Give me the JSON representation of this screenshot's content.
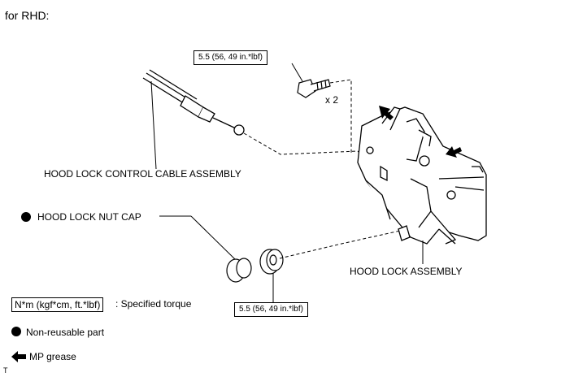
{
  "header": {
    "title": "for RHD:"
  },
  "torque": {
    "bolt": "5.5 (56, 49 in.*lbf)",
    "nut": "5.5 (56, 49 in.*lbf)"
  },
  "quantity": "x 2",
  "labels": {
    "cable": "HOOD LOCK CONTROL CABLE ASSEMBLY",
    "nut_cap": "HOOD LOCK NUT CAP",
    "assembly": "HOOD LOCK ASSEMBLY"
  },
  "legend": {
    "torque_box": "N*m (kgf*cm, ft.*lbf)",
    "torque_desc": ": Specified torque",
    "non_reusable": "Non-reusable part",
    "grease": "MP grease"
  },
  "corner_mark": "T"
}
